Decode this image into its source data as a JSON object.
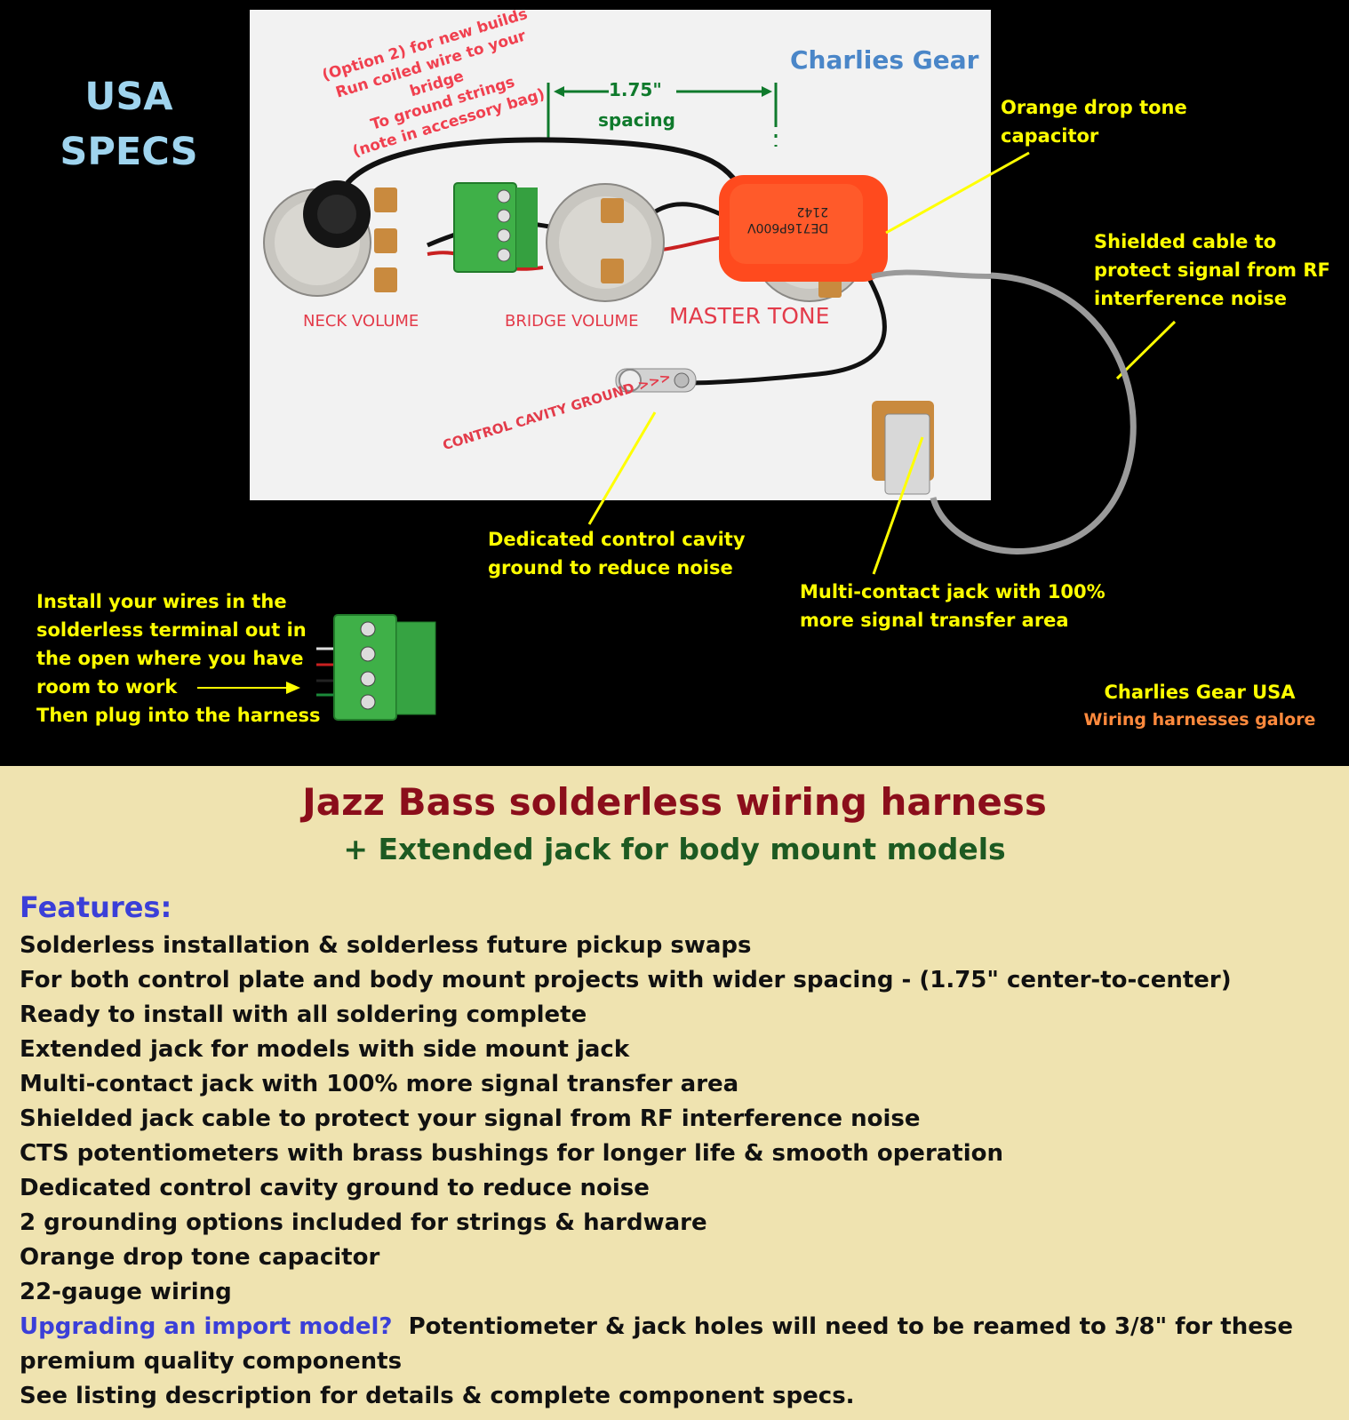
{
  "header": {
    "usa": "USA",
    "specs": "SPECS"
  },
  "board": {
    "brand": "Charlies Gear",
    "spacing_value": "1.75\"",
    "spacing_word": "spacing",
    "option_note": [
      "(Option 2) for new builds",
      "Run coiled wire to your bridge",
      "To ground strings",
      "(note in accessory bag)"
    ],
    "pot_labels": {
      "neck": "NECK VOLUME",
      "bridge": "BRIDGE VOLUME",
      "tone": "MASTER TONE"
    },
    "ground_label": "CONTROL CAVITY GROUND >>>",
    "cap_text": [
      "DE716P600V",
      "2142"
    ]
  },
  "callouts": {
    "capacitor": [
      "Orange drop tone",
      "capacitor"
    ],
    "shielded": [
      "Shielded cable to",
      "protect signal from RF",
      "interference noise"
    ],
    "ground": [
      "Dedicated control cavity",
      "ground to reduce noise"
    ],
    "jack": [
      "Multi-contact jack with 100%",
      "more signal transfer area"
    ],
    "install": [
      "Install your wires in the",
      "solderless terminal out in",
      "the open where you have",
      "room to work",
      "Then plug into the harness"
    ]
  },
  "footer_brand": {
    "name": "Charlies Gear USA",
    "tagline": "Wiring harnesses galore"
  },
  "colors": {
    "callout": "#ffff00",
    "usa": "#9fd4ee",
    "tagline": "#ff8a3d",
    "title": "#8b0e1b",
    "subtitle": "#1d5a22",
    "features": "#3b3fd8",
    "panel": "#efe3b0"
  },
  "product": {
    "title": "Jazz Bass solderless wiring harness",
    "subtitle": "+ Extended jack for body mount models",
    "features_heading": "Features:",
    "features": [
      "Solderless installation & solderless future pickup swaps",
      "For both control plate and body mount projects with wider spacing - (1.75\" center-to-center)",
      "Ready to install with all soldering complete",
      "Extended jack for models with side mount jack",
      "Multi-contact jack with 100% more signal transfer area",
      "Shielded jack cable to protect your signal from RF interference noise",
      "CTS potentiometers with brass bushings for longer life & smooth operation",
      "Dedicated control cavity ground to reduce noise",
      "2 grounding options included for strings & hardware",
      "Orange drop tone capacitor",
      "22-gauge wiring"
    ],
    "upgrade_question": "Upgrading an import model?",
    "upgrade_text": "Potentiometer & jack holes will need to be reamed to 3/8\" for these premium quality components",
    "see_listing": "See listing description for details & complete component specs."
  }
}
